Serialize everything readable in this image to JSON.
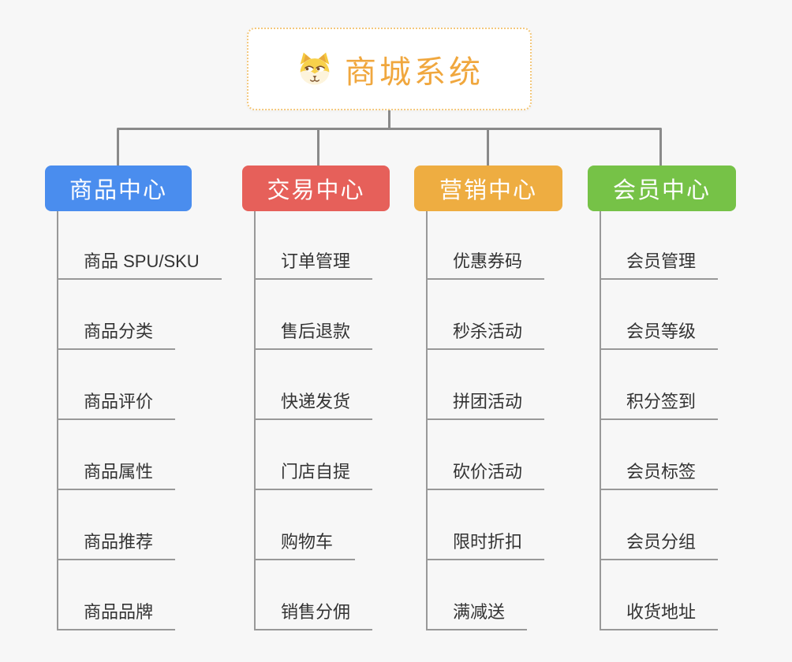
{
  "canvas": {
    "background": "#f7f7f7"
  },
  "root": {
    "title": "商城系统",
    "text_color": "#f0a73e",
    "border_color": "#f3c87d",
    "icon": "dog-face-icon"
  },
  "connector_color": "#8a8a8a",
  "child_line_color": "#999999",
  "branches": [
    {
      "label": "商品中心",
      "color": "#4a8dee",
      "items": [
        "商品 SPU/SKU",
        "商品分类",
        "商品评价",
        "商品属性",
        "商品推荐",
        "商品品牌"
      ]
    },
    {
      "label": "交易中心",
      "color": "#e6605a",
      "items": [
        "订单管理",
        "售后退款",
        "快递发货",
        "门店自提",
        "购物车",
        "销售分佣"
      ]
    },
    {
      "label": "营销中心",
      "color": "#eead41",
      "items": [
        "优惠券码",
        "秒杀活动",
        "拼团活动",
        "砍价活动",
        "限时折扣",
        "满减送"
      ]
    },
    {
      "label": "会员中心",
      "color": "#76c247",
      "items": [
        "会员管理",
        "会员等级",
        "积分签到",
        "会员标签",
        "会员分组",
        "收货地址"
      ]
    }
  ]
}
